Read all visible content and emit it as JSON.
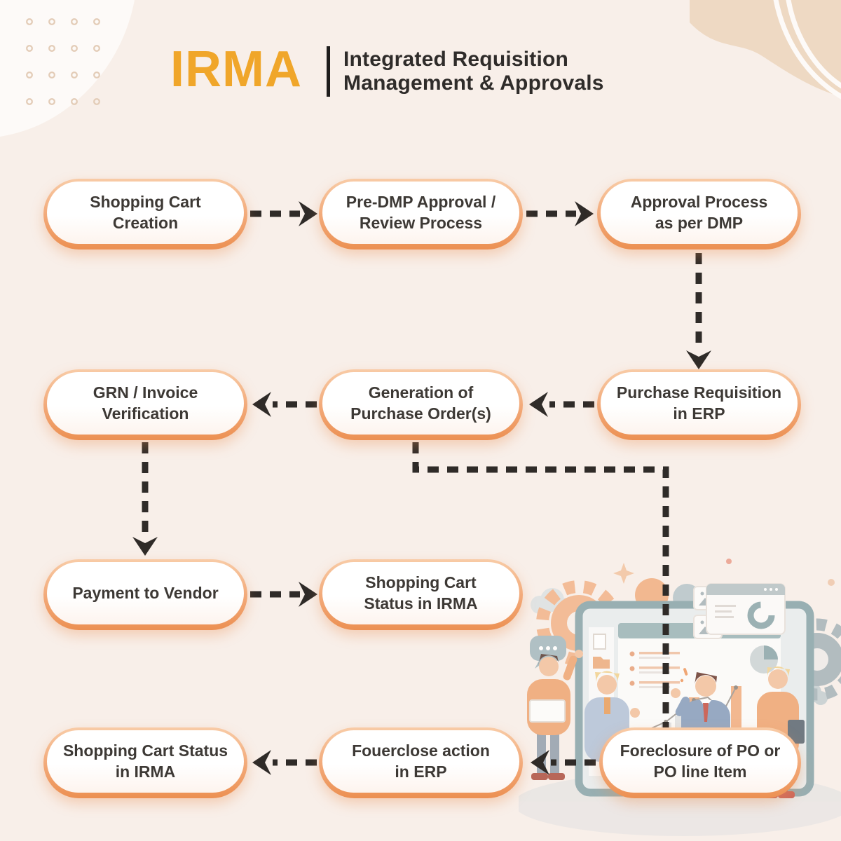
{
  "header": {
    "logo": "IRMA",
    "subtitle_line1": "Integrated Requisition",
    "subtitle_line2": "Management & Approvals"
  },
  "flow": {
    "nodes": [
      {
        "id": "shopping-cart-creation",
        "label": "Shopping Cart\nCreation"
      },
      {
        "id": "pre-dmp-approval-review",
        "label": "Pre-DMP Approval /\nReview Process"
      },
      {
        "id": "approval-process-dmp",
        "label": "Approval Process\nas per DMP"
      },
      {
        "id": "purchase-requisition-erp",
        "label": "Purchase Requisition\nin ERP"
      },
      {
        "id": "generation-purchase-orders",
        "label": "Generation of\nPurchase Order(s)"
      },
      {
        "id": "grn-invoice-verification",
        "label": "GRN / Invoice\nVerification"
      },
      {
        "id": "payment-to-vendor",
        "label": "Payment to Vendor"
      },
      {
        "id": "shopping-cart-status-irma",
        "label": "Shopping Cart\nStatus in IRMA"
      },
      {
        "id": "foreclosure-po-line-item",
        "label": "Foreclosure of PO or\nPO line Item"
      },
      {
        "id": "fouerclose-action-erp",
        "label": "Fouerclose action\nin ERP"
      },
      {
        "id": "shopping-cart-status-irma-2",
        "label": "Shopping Cart Status\nin IRMA"
      }
    ],
    "edges": [
      {
        "from": "shopping-cart-creation",
        "to": "pre-dmp-approval-review",
        "style": "dashed-arrow-right"
      },
      {
        "from": "pre-dmp-approval-review",
        "to": "approval-process-dmp",
        "style": "dashed-arrow-right"
      },
      {
        "from": "approval-process-dmp",
        "to": "purchase-requisition-erp",
        "style": "dashed-arrow-down"
      },
      {
        "from": "purchase-requisition-erp",
        "to": "generation-purchase-orders",
        "style": "dashed-arrow-left"
      },
      {
        "from": "generation-purchase-orders",
        "to": "grn-invoice-verification",
        "style": "dashed-arrow-left"
      },
      {
        "from": "grn-invoice-verification",
        "to": "payment-to-vendor",
        "style": "dashed-arrow-down"
      },
      {
        "from": "payment-to-vendor",
        "to": "shopping-cart-status-irma",
        "style": "dashed-arrow-right"
      },
      {
        "from": "generation-purchase-orders",
        "to": "foreclosure-po-line-item",
        "style": "dashed-elbow-down-right-down"
      },
      {
        "from": "foreclosure-po-line-item",
        "to": "fouerclose-action-erp",
        "style": "dashed-arrow-left"
      },
      {
        "from": "fouerclose-action-erp",
        "to": "shopping-cart-status-irma-2",
        "style": "dashed-arrow-left"
      }
    ]
  },
  "illustration": {
    "elements": [
      "monitor-dashboard",
      "bar-chart",
      "line-chart",
      "donut-chart-window",
      "pie-chart",
      "gear-left",
      "gear-right",
      "speech-bubble",
      "image-cards",
      "team-members",
      "clouds",
      "sparkle"
    ]
  },
  "colors": {
    "background": "#f8efe9",
    "brand_gold": "#f0a62a",
    "node_border_orange": "#ec9052",
    "node_text": "#3d3935",
    "arrow": "#2f2b28",
    "blob_tan": "#eed9c3",
    "blob_white": "#fdfaf8"
  }
}
